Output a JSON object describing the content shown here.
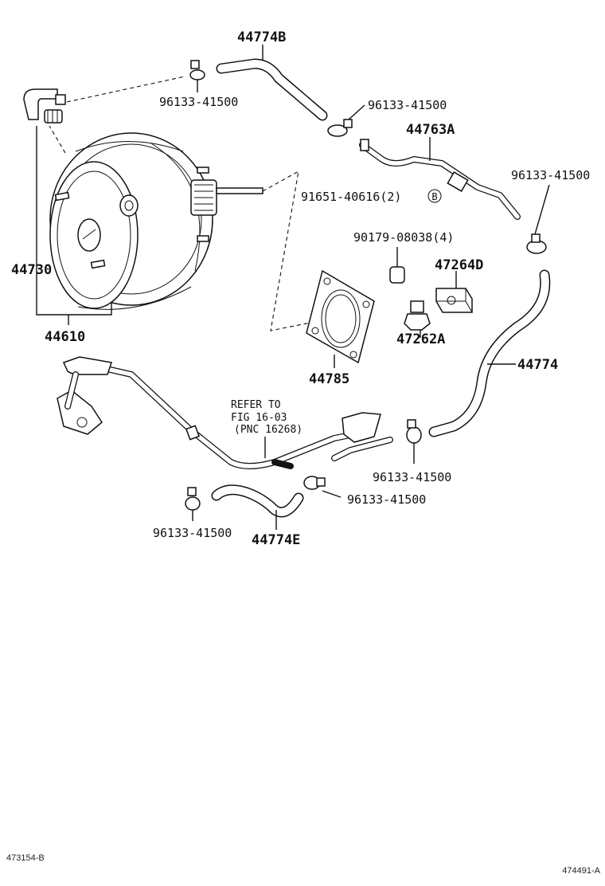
{
  "labels": {
    "hose_44774B": "44774B",
    "clamp_top_left": "96133-41500",
    "clamp_top_right": "96133-41500",
    "pipe_44763A": "44763A",
    "clamp_right": "96133-41500",
    "bolt_91651": "91651-40616(2)",
    "marker_b": "B",
    "nut_90179": "90179-08038(4)",
    "part_47264D": "47264D",
    "part_44730": "44730",
    "part_44610": "44610",
    "part_47262A": "47262A",
    "gasket_44785": "44785",
    "hose_44774": "44774",
    "refer_line1": "REFER TO",
    "refer_line2": "FIG 16-03",
    "refer_line3": "(PNC 16268)",
    "clamp_mid_right": "96133-41500",
    "clamp_bottom_center": "96133-41500",
    "clamp_bottom_left": "96133-41500",
    "hose_44774E": "44774E"
  },
  "footer": {
    "left_code": "473154-B",
    "right_code": "474491-A"
  }
}
